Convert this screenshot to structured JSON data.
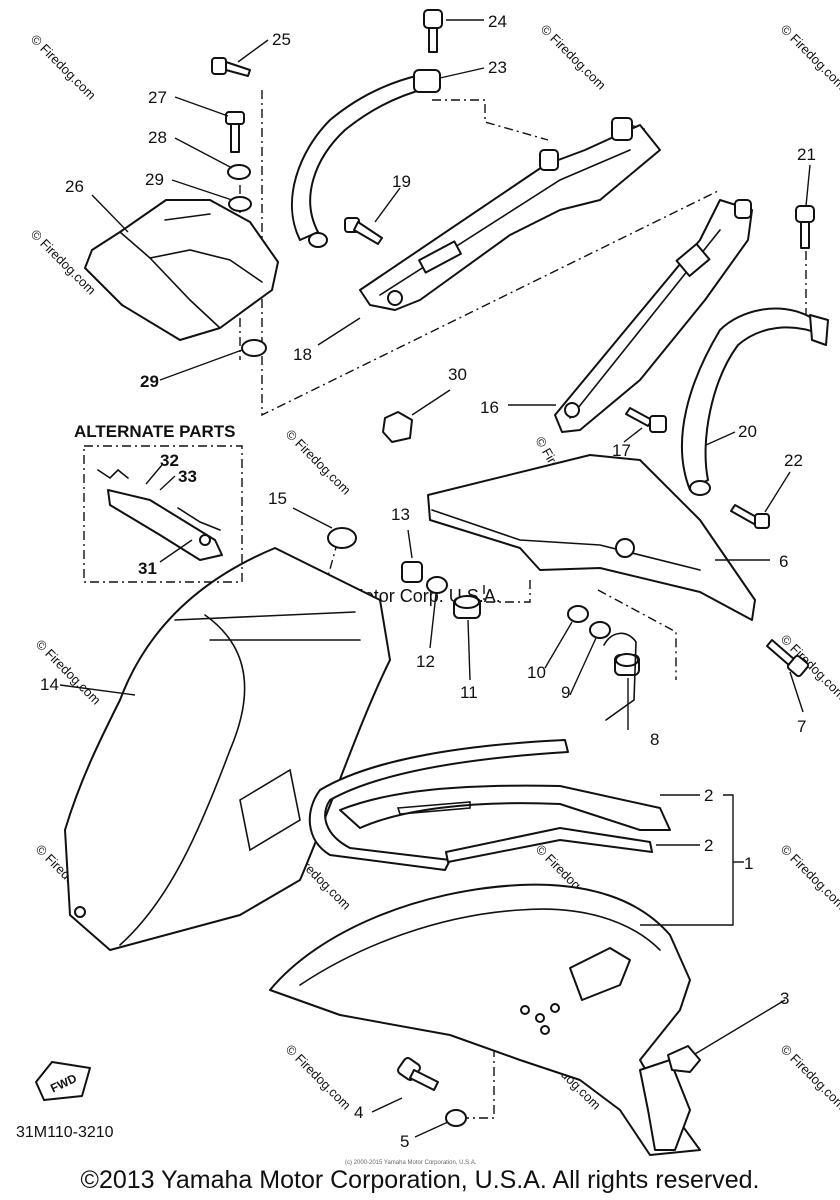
{
  "diagram": {
    "diagram_code": "31M110-3210",
    "alternate_parts_title": "ALTERNATE PARTS",
    "center_watermark": "Yamaha Motor Corp. U.S.A.",
    "site_watermark": "© Firedog.com",
    "fwd_label": "FWD",
    "callouts": {
      "c1": "1",
      "c2a": "2",
      "c2b": "2",
      "c3": "3",
      "c4": "4",
      "c5": "5",
      "c6": "6",
      "c7": "7",
      "c8": "8",
      "c9": "9",
      "c10": "10",
      "c11": "11",
      "c12": "12",
      "c13": "13",
      "c14": "14",
      "c15": "15",
      "c16": "16",
      "c17": "17",
      "c18": "18",
      "c19": "19",
      "c20": "20",
      "c21": "21",
      "c22": "22",
      "c23": "23",
      "c24": "24",
      "c25": "25",
      "c26": "26",
      "c27": "27",
      "c28": "28",
      "c29a": "29",
      "c29b": "29",
      "c30": "30",
      "c31": "31",
      "c32": "32",
      "c33": "33"
    }
  },
  "footer": {
    "copyright": "©2013 Yamaha Motor Corporation, U.S.A. All rights reserved.",
    "tiny_notice": "(c) 2000-2015 Yamaha Motor Corporation, U.S.A."
  }
}
